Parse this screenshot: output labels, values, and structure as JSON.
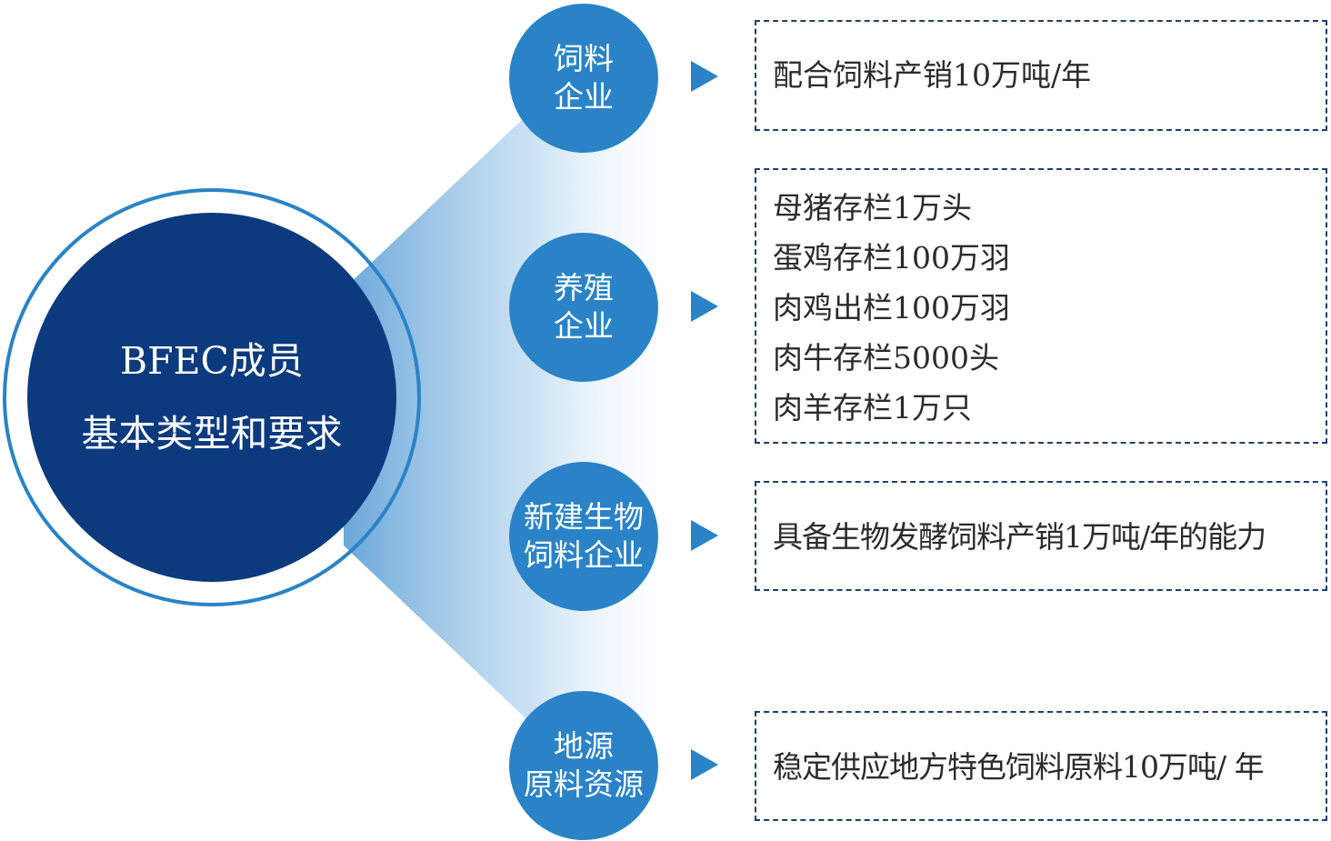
{
  "center": {
    "line1": "BFEC成员",
    "line2": "基本类型和要求"
  },
  "categories": [
    {
      "lines": [
        "饲料",
        "企业"
      ],
      "requirements": [
        "配合饲料产销10万吨/年"
      ]
    },
    {
      "lines": [
        "养殖",
        "企业"
      ],
      "requirements": [
        "母猪存栏1万头",
        "蛋鸡存栏100万羽",
        "肉鸡出栏100万羽",
        "肉牛存栏5000头",
        "肉羊存栏1万只"
      ]
    },
    {
      "lines": [
        "新建生物",
        "饲料企业"
      ],
      "requirements": [
        "具备生物发酵饲料产销1万吨/年的能力"
      ]
    },
    {
      "lines": [
        "地源",
        "原料资源"
      ],
      "requirements": [
        "稳定供应地方特色饲料原料10万吨/ 年"
      ]
    }
  ],
  "colors": {
    "center_fill": "#0b3a7e",
    "category_fill": "#2a83c7",
    "ring": "#2a83c7",
    "box_border": "#1f3f6e"
  }
}
